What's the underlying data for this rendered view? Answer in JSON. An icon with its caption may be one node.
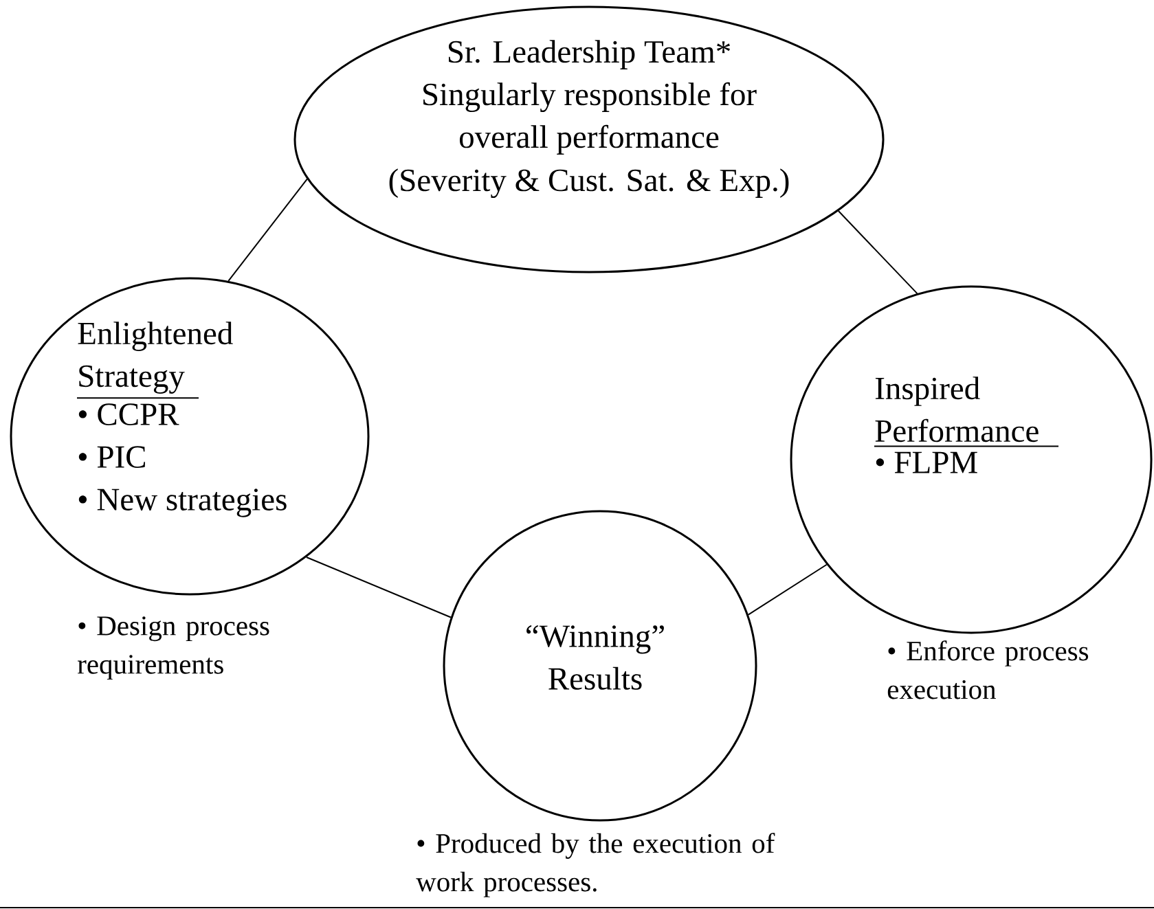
{
  "diagram": {
    "nodes": [
      {
        "text": [
          "Sr. Leadership Team*",
          "Singularly responsible for overall performance",
          "(Severity & Cust. Sat. & Exp.)"
        ]
      },
      {
        "text": [
          "Enlightened Strategy",
          "• CCPR",
          "• PIC",
          "• New strategies"
        ],
        "beside": [
          "• Design process requirements"
        ]
      },
      {
        "text": [
          "Inspired Performance",
          "• FLPM"
        ],
        "beside": [
          "• Enforce process execution"
        ]
      },
      {
        "text": [
          "“Winning” Results"
        ],
        "beside": [
          "• Produced by the execution of work processes."
        ]
      }
    ],
    "edges": [
      {
        "from": 0,
        "to": 1,
        "arrow": "none"
      },
      {
        "from": 0,
        "to": 2,
        "arrow": "none"
      },
      {
        "from": 1,
        "to": 3,
        "arrow": "none"
      },
      {
        "from": 2,
        "to": 3,
        "arrow": "none"
      }
    ]
  }
}
